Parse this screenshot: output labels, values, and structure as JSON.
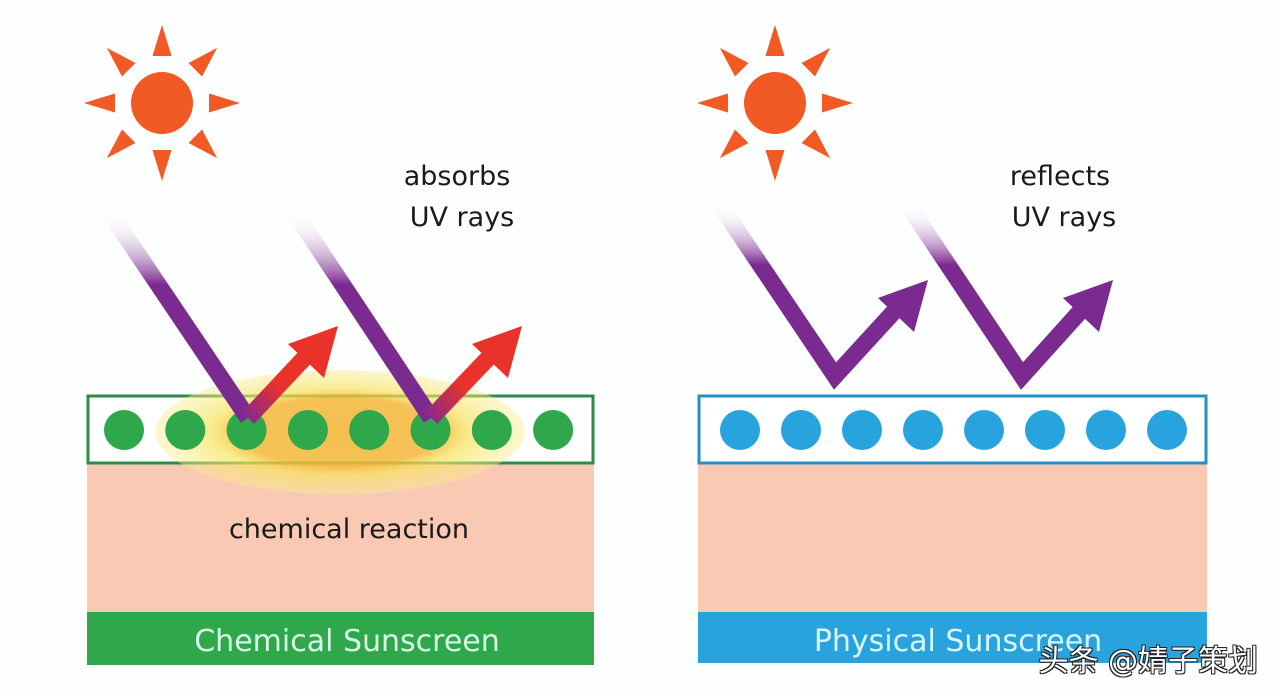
{
  "colors": {
    "sun": "#f15a24",
    "uv": "#7b2a8f",
    "red": "#e8322a",
    "green": "#2ea84a",
    "blue": "#29a3dd",
    "skin": "#f9c9b3",
    "glow": "#f7e35a"
  },
  "chemical": {
    "annotation_line1": "absorbs",
    "annotation_line2": "UV rays",
    "reaction_label": "chemical reaction",
    "title": "Chemical Sunscreen"
  },
  "physical": {
    "annotation_line1": "reflects",
    "annotation_line2": "UV rays",
    "title": "Physical Sunscreen"
  },
  "watermark": "头条 @婧子策划"
}
